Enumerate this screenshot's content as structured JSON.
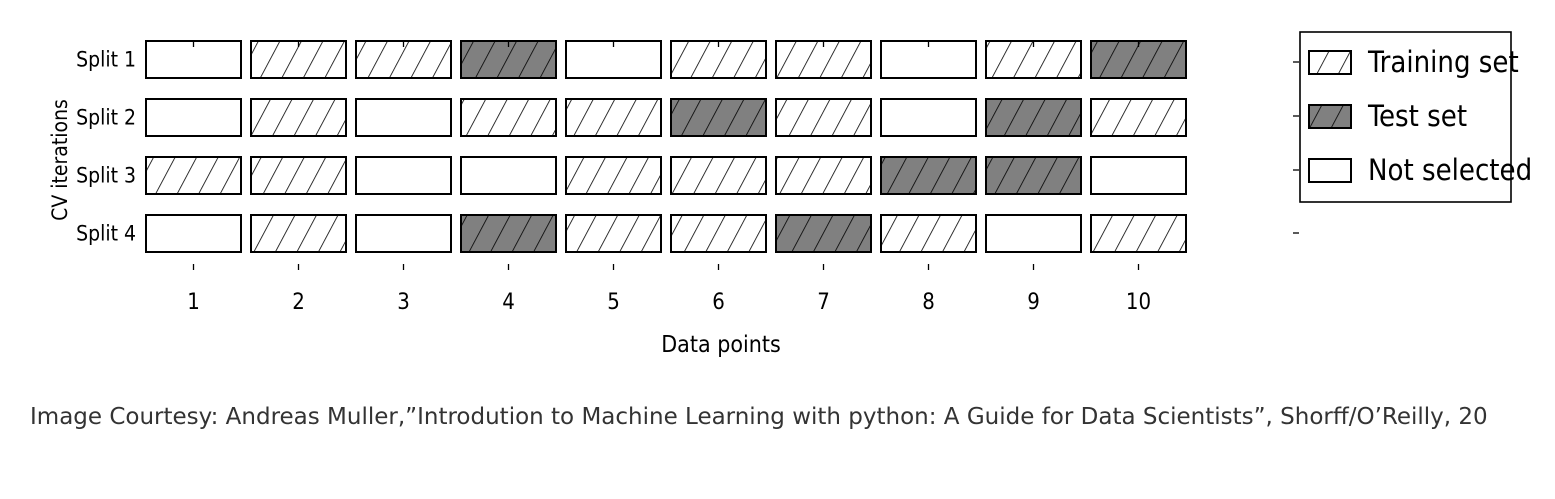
{
  "chart_data": {
    "type": "table",
    "ylabel": "CV iterations",
    "xlabel": "Data points",
    "categories": [
      "1",
      "2",
      "3",
      "4",
      "5",
      "6",
      "7",
      "8",
      "9",
      "10"
    ],
    "splits": [
      {
        "name": "Split 1",
        "values": [
          "not",
          "train",
          "train",
          "test",
          "not",
          "train",
          "train",
          "not",
          "train",
          "test"
        ]
      },
      {
        "name": "Split 2",
        "values": [
          "not",
          "train",
          "not",
          "train",
          "train",
          "test",
          "train",
          "not",
          "test",
          "train"
        ]
      },
      {
        "name": "Split 3",
        "values": [
          "train",
          "train",
          "not",
          "not",
          "train",
          "train",
          "train",
          "test",
          "test",
          "not"
        ]
      },
      {
        "name": "Split 4",
        "values": [
          "not",
          "train",
          "not",
          "test",
          "train",
          "train",
          "test",
          "train",
          "not",
          "train"
        ]
      }
    ],
    "legend": {
      "placement": "right",
      "entries": [
        {
          "key": "train",
          "label": "Training set"
        },
        {
          "key": "test",
          "label": "Test set"
        },
        {
          "key": "not",
          "label": "Not selected"
        }
      ]
    },
    "colors": {
      "train": "#ffffff",
      "test": "#808080",
      "not": "#ffffff",
      "hatch": "#000000"
    }
  },
  "caption": "Image Courtesy: Andreas Muller,”Introdution to Machine Learning with python: A Guide for Data Scientists”, Shorff/O’Reilly, 20"
}
